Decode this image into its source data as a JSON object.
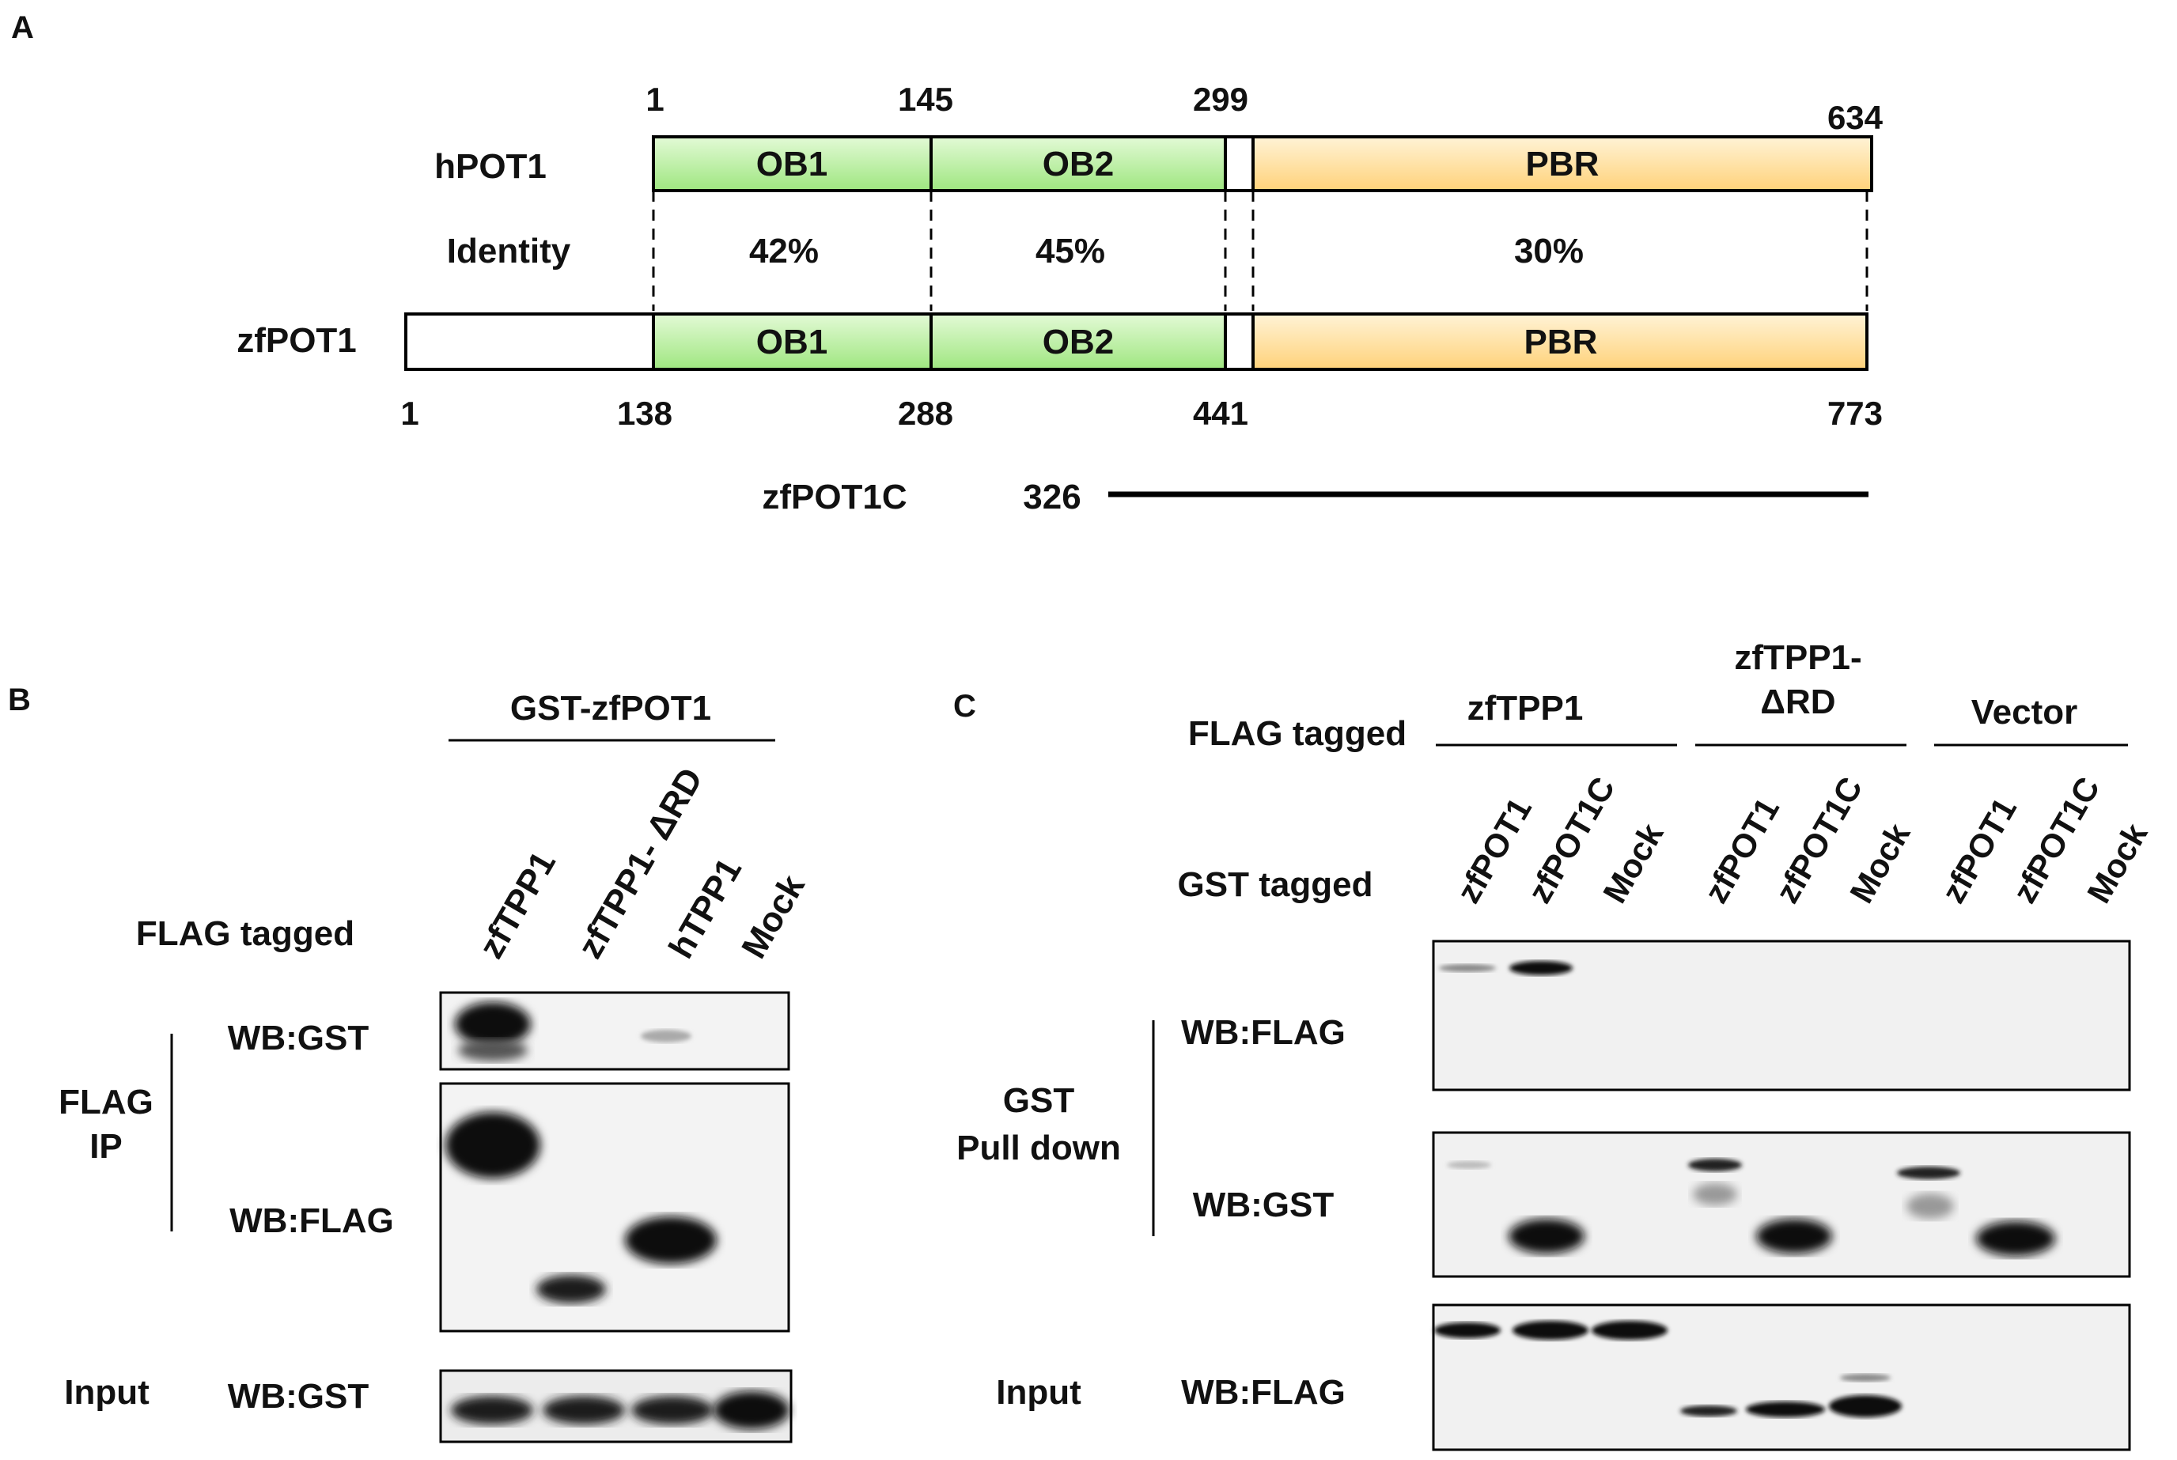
{
  "panel_a": {
    "label": "A",
    "hpot1": {
      "name": "hPOT1",
      "positions": [
        "1",
        "145",
        "299",
        "634"
      ],
      "domains": [
        "OB1",
        "OB2",
        "PBR"
      ]
    },
    "identity": {
      "label": "Identity",
      "values": [
        "42%",
        "45%",
        "30%"
      ]
    },
    "zfpot1": {
      "name": "zfPOT1",
      "positions": [
        "1",
        "138",
        "288",
        "441",
        "773"
      ],
      "domains": [
        "OB1",
        "OB2",
        "PBR"
      ]
    },
    "construct": {
      "name": "zfPOT1C",
      "start": "326"
    },
    "colors": {
      "ob": "#b8f0a0",
      "pbr": "#ffd98a"
    }
  },
  "panel_b": {
    "label": "B",
    "group_header": "GST-zfPOT1",
    "row_label": "FLAG tagged",
    "lanes": [
      "zfTPP1",
      "zfTPP1- ΔRD",
      "hTPP1",
      "Mock"
    ],
    "ip_label_1": "FLAG",
    "ip_label_2": "IP",
    "blots": [
      "WB:GST",
      "WB:FLAG"
    ],
    "input_label": "Input",
    "input_blot": "WB:GST"
  },
  "panel_c": {
    "label": "C",
    "flag_label": "FLAG tagged",
    "gst_label": "GST tagged",
    "groups": [
      {
        "line1": "zfTPP1",
        "line2": ""
      },
      {
        "line1": "zfTPP1-",
        "line2": "ΔRD"
      },
      {
        "line1": "Vector",
        "line2": ""
      }
    ],
    "lanes": [
      "zfPOT1",
      "zfPOT1C",
      "Mock",
      "zfPOT1",
      "zfPOT1C",
      "Mock",
      "zfPOT1",
      "zfPOT1C",
      "Mock"
    ],
    "pulldown_1": "GST",
    "pulldown_2": "Pull down",
    "blots": [
      "WB:FLAG",
      "WB:GST"
    ],
    "input_label": "Input",
    "input_blot": "WB:FLAG"
  }
}
